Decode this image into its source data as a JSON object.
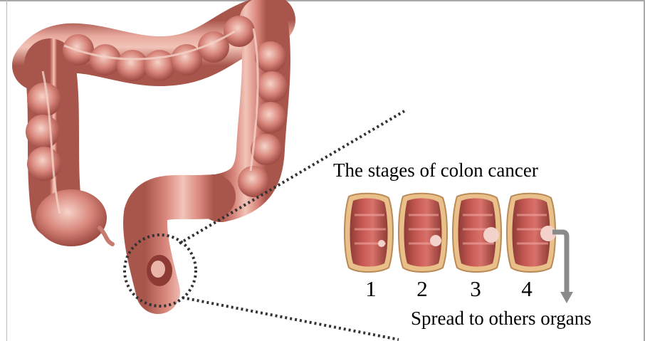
{
  "diagram": {
    "title": "The stages of colon cancer",
    "stages": [
      "1",
      "2",
      "3",
      "4"
    ],
    "caption": "Spread to others organs"
  },
  "colors": {
    "colon_body": "#d9877c",
    "colon_highlight": "#f2c4b9",
    "colon_shadow": "#a8554b",
    "tumor": "#e8b5a8",
    "arrow": "#8a8a8a",
    "callout_dots": "#333333"
  },
  "icons": {
    "colon_illustration": "large-intestine",
    "stage_section": "colon-cross-section",
    "spread_arrow": "bent-down-arrow"
  }
}
